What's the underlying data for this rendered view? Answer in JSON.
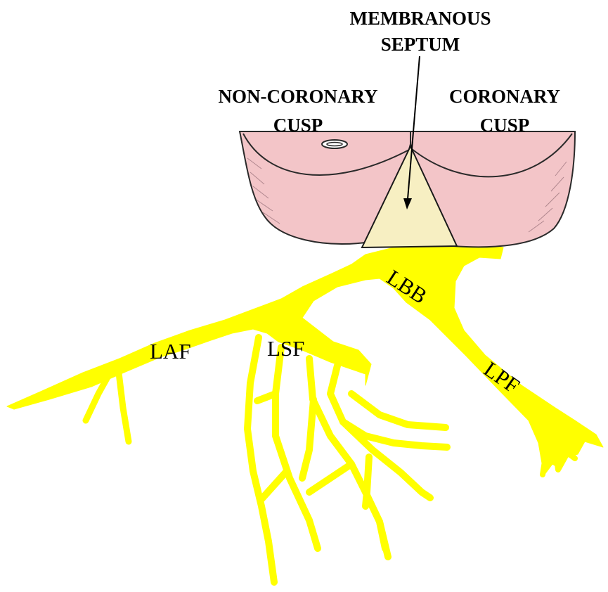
{
  "labels": {
    "membranous_line1": "MEMBRANOUS",
    "membranous_line2": "SEPTUM",
    "noncoronary_line1": "NON-CORONARY",
    "noncoronary_line2": "CUSP",
    "coronary_line1": "CORONARY",
    "coronary_line2": "CUSP",
    "lbb": "LBB",
    "laf": "LAF",
    "lsf": "LSF",
    "lpf": "LPF"
  },
  "colors": {
    "conduction": "#ffff00",
    "cusp_fill": "#f3c5c8",
    "cusp_stroke": "#2a2a2a",
    "septum_fill": "#f7efc2"
  }
}
